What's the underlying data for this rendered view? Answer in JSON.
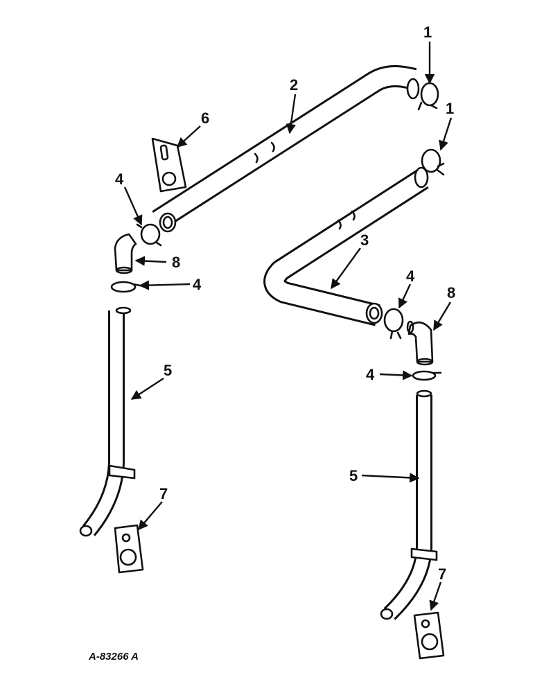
{
  "drawing_code": "A-83266 A",
  "callouts": [
    "1",
    "1",
    "2",
    "3",
    "4",
    "4",
    "4",
    "4",
    "5",
    "5",
    "6",
    "7",
    "7",
    "8",
    "8"
  ],
  "colors": {
    "ink": "#111111",
    "paper": "#ffffff"
  }
}
